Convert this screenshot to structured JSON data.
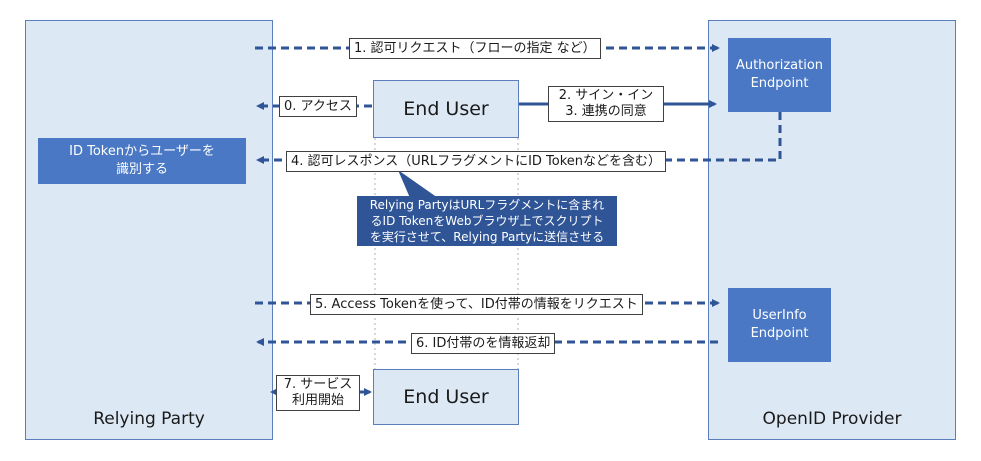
{
  "parties": {
    "relying": "Relying Party",
    "openid": "OpenID Provider"
  },
  "endpoints": {
    "authorization": [
      "Authorization",
      "Endpoint"
    ],
    "userinfo": [
      "UserInfo",
      "Endpoint"
    ]
  },
  "end_user": "End User",
  "id_token_box": [
    "ID Tokenからユーザーを",
    "識別する"
  ],
  "steps": {
    "s1": "1. 認可リクエスト（フローの指定 など）",
    "s0": "0. アクセス",
    "s2": "2. サイン・イン",
    "s3": "3. 連携の同意",
    "s4": "4. 認可レスポンス（URLフラグメントにID Tokenなどを含む）",
    "s5": "5. Access Tokenを使って、ID付帯の情報をリクエスト",
    "s6": "6. ID付帯のを情報返却",
    "s7_line1": "7. サービス",
    "s7_line2": "利用開始"
  },
  "callout": [
    "Relying PartyはURLフラグメントに含まれ",
    "るID TokenをWebブラウザ上でスクリプト",
    "を実行させて、Relying Partyに送信させる"
  ],
  "colors": {
    "arrow": "#2f5597",
    "endpoint_fill": "#4a78c4",
    "party_fill": "#dde8f5",
    "callout_fill": "#2f5597"
  }
}
